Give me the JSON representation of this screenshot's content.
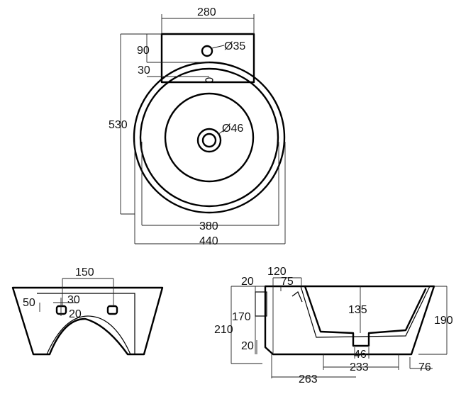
{
  "top_view": {
    "width_back": "280",
    "tap_offset": "90",
    "tap_hole": "Ø35",
    "overflow_offset": "30",
    "depth_total": "530",
    "drain": "Ø46",
    "bowl_diameter": "380",
    "outer_width": "440"
  },
  "rear_view": {
    "bracket_spacing": "150",
    "slot_height": "50",
    "slot_width": "30",
    "slot_inset": "20"
  },
  "side_view": {
    "mount_width": "120",
    "top_offset": "20",
    "rim_offset": "75",
    "bowl_depth": "135",
    "mount_height": "170",
    "height_total": "210",
    "outer_height": "190",
    "bottom_offset": "20",
    "drain_outlet": "46",
    "base_width": "233",
    "foot_width": "76",
    "base_length": "263"
  }
}
